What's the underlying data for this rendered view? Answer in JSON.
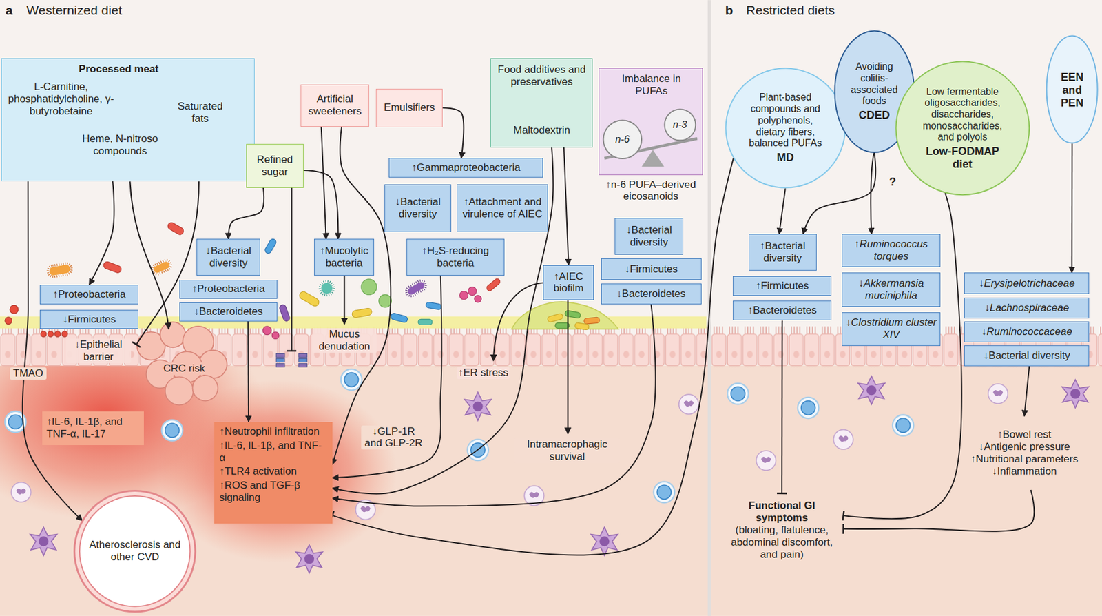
{
  "diagram": {
    "nodes": [
      {
        "text": [
          "Processed meat",
          "L-Carnitine, phosphatidylcholine, γ-butyrobetaine",
          "Heme, N-nitroso compounds",
          "Saturated fats"
        ]
      },
      {
        "text": [
          "Artificial sweeteners"
        ]
      },
      {
        "text": [
          "Emulsifiers"
        ]
      },
      {
        "text": [
          "Refined sugar"
        ]
      },
      {
        "text": [
          "Food additives and preservatives",
          "Maltodextrin"
        ]
      },
      {
        "text": [
          "Imbalance in PUFAs"
        ]
      },
      {
        "text": [
          "n-6"
        ],
        "in": 5
      },
      {
        "text": [
          "n-3"
        ],
        "in": 5
      },
      {
        "text": [
          "↑Proteobacteria"
        ]
      },
      {
        "text": [
          "↓Firmicutes"
        ]
      },
      {
        "text": [
          "↓Bacterial diversity"
        ]
      },
      {
        "text": [
          "↑Proteobacteria"
        ]
      },
      {
        "text": [
          "↓Bacteroidetes"
        ]
      },
      {
        "text": [
          "↑Mucolytic bacteria"
        ]
      },
      {
        "text": [
          "↑Gammaproteobacteria"
        ]
      },
      {
        "text": [
          "↓Bacterial diversity"
        ]
      },
      {
        "text": [
          "↑Attachment and virulence of AIEC"
        ]
      },
      {
        "text": [
          "↑H₂S-reducing bacteria"
        ]
      },
      {
        "text": [
          "↑AIEC biofilm"
        ]
      },
      {
        "text": [
          "↓Bacterial diversity"
        ]
      },
      {
        "text": [
          "↓Firmicutes"
        ]
      },
      {
        "text": [
          "↓Bacteroidetes"
        ]
      },
      {
        "text": [
          "↑IL-6, IL-1β, and TNF-α, IL-17"
        ]
      },
      {
        "text": [
          "↑Neutrophil infiltration",
          "↑IL-6, IL-1β, and TNF-α",
          "↑TLR4 activation",
          "↑ROS and TGF-β signaling"
        ]
      },
      {
        "text": [
          "Atherosclerosis and other CVD"
        ]
      },
      {
        "text": [
          "Plant-based compounds and polyphenols, dietary fibers, balanced PUFAs",
          "MD"
        ]
      },
      {
        "text": [
          "Avoiding colitis-associated foods",
          "CDED"
        ]
      },
      {
        "text": [
          "Low fermentable oligosaccharides, disaccharides, monosaccharides, and polyols",
          "Low-FODMAP diet"
        ]
      },
      {
        "text": [
          "EEN and PEN"
        ]
      },
      {
        "text": [
          "↑Bacterial diversity"
        ]
      },
      {
        "text": [
          "↑Firmicutes"
        ]
      },
      {
        "text": [
          "↑Bacteroidetes"
        ]
      },
      {
        "text": [
          "↑Ruminococcus torques"
        ]
      },
      {
        "text": [
          "↓Akkermansia muciniphila"
        ]
      },
      {
        "text": [
          "↓Clostridium cluster XIV"
        ]
      },
      {
        "text": [
          "↓Erysipelotrichaceae"
        ]
      },
      {
        "text": [
          "↓Lachnospiraceae"
        ]
      },
      {
        "text": [
          "↓Ruminococcaceae"
        ]
      },
      {
        "text": [
          "↓Bacterial diversity"
        ]
      },
      {
        "text": [
          "↑Bowel rest",
          "↓Antigenic pressure",
          "↑Nutritional parameters",
          "↓Inflammation"
        ]
      },
      {
        "text": [
          "Functional GI symptoms",
          "(bloating, flatulence, abdominal discomfort, and pain)"
        ]
      }
    ],
    "edges": [
      {
        "from": 0,
        "to": 24,
        "arrow": "to",
        "label": "TMAO"
      },
      {
        "from": 0,
        "to": 8,
        "arrow": "to"
      },
      {
        "from": 3,
        "to": 10,
        "arrow": "to"
      },
      {
        "from": 3,
        "to": 13,
        "arrow": "to"
      },
      {
        "from": 1,
        "to": 13,
        "arrow": "to"
      },
      {
        "from": 1,
        "to": 23,
        "arrow": "to",
        "label": "↓GLP-1R and GLP-2R"
      },
      {
        "from": 2,
        "to": 14,
        "arrow": "to"
      },
      {
        "from": 12,
        "to": 23,
        "arrow": "to"
      },
      {
        "from": 17,
        "to": 23,
        "arrow": "to"
      },
      {
        "from": 4,
        "to": 18,
        "arrow": "to"
      },
      {
        "from": 4,
        "to": 23,
        "arrow": "to"
      },
      {
        "from": 21,
        "to": 23,
        "arrow": "to"
      },
      {
        "from": 25,
        "to": 23,
        "arrow": "to"
      },
      {
        "from": 25,
        "to": 29,
        "arrow": "to"
      },
      {
        "from": 26,
        "to": 29,
        "arrow": "to"
      },
      {
        "from": 27,
        "to": 32,
        "arrow": "to",
        "label": "?"
      },
      {
        "from": 27,
        "to": 40,
        "arrow": "to"
      },
      {
        "from": 31,
        "to": 40,
        "arrow": "to"
      },
      {
        "from": 28,
        "to": 35,
        "arrow": "to"
      },
      {
        "from": 38,
        "to": 39,
        "arrow": "to"
      },
      {
        "from": 39,
        "to": 40,
        "arrow": "to"
      }
    ],
    "labels": [
      "a",
      "Westernized diet",
      "b",
      "Restricted diets",
      "↓Epithelial barrier",
      "CRC risk",
      "Mucus denudation",
      "↑ER stress",
      "Intramacrophagic survival",
      "↑n-6 PUFA–derived eicosanoids"
    ]
  }
}
